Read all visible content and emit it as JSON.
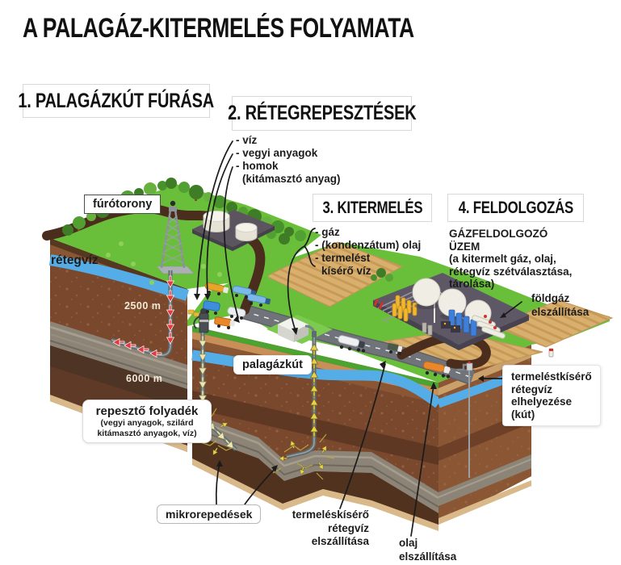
{
  "title": "A PALAGÁZ-KITERMELÉS FOLYAMATA",
  "steps": [
    {
      "label": "1. PALAGÁZKÚT FÚRÁSA"
    },
    {
      "label": "2. RÉTEGREPESZTÉSEK",
      "items": [
        "- víz",
        "- vegyi anyagok",
        "- homok",
        "(kitámasztó anyag)"
      ]
    },
    {
      "label": "3. KITERMELÉS",
      "items": [
        "- gáz",
        "- (kondenzátum) olaj",
        "- termelést",
        "kísérő víz"
      ]
    },
    {
      "label": "4. FELDOLGOZÁS",
      "description": [
        "GÁZFELDOLGOZÓ",
        "ÜZEM",
        "(a kitermelt gáz, olaj,",
        "rétegvíz szétválasztása,",
        "tárolása)"
      ]
    }
  ],
  "labels": {
    "furotorony": "fúrótorony",
    "retegviz": "rétegvíz",
    "depth_upper": "2500 m",
    "depth_lower": "6000 m",
    "palagazkut": "palagázkút",
    "repeszto": {
      "title": "repesztő folyadék",
      "line1": "(vegyi anyagok, szilárd",
      "line2": "kitámasztó anyagok, víz)"
    },
    "mikrorepedesek": "mikrorepedések",
    "termeleskisero": [
      "termeléskísérő",
      "rétegvíz",
      "elszállítása"
    ],
    "olaj": [
      "olaj",
      "elszállítása"
    ],
    "foldgaz": [
      "földgáz",
      "elszállítása"
    ],
    "elhelyezes": [
      "termeléstkísérő",
      "rétegvíz",
      "elhelyezése",
      "(kút)"
    ]
  },
  "colors": {
    "grass": "#6abf3a",
    "soil": "#7a482c",
    "aquifer": "#55ade8",
    "shale_grey": "#8d8478",
    "field": "#d9af6e",
    "road_dirt": "#4b2d1d",
    "road_asphalt": "#70747a",
    "plant_pad": "#5d5766",
    "frack_arrow": "#ece7b4",
    "gas_arrow": "#e8d44a",
    "drill_arrow": "#e23a40",
    "truck_orange": "#e8872b",
    "truck_blue": "#7db9e8",
    "tank_white": "#f0ede4"
  }
}
